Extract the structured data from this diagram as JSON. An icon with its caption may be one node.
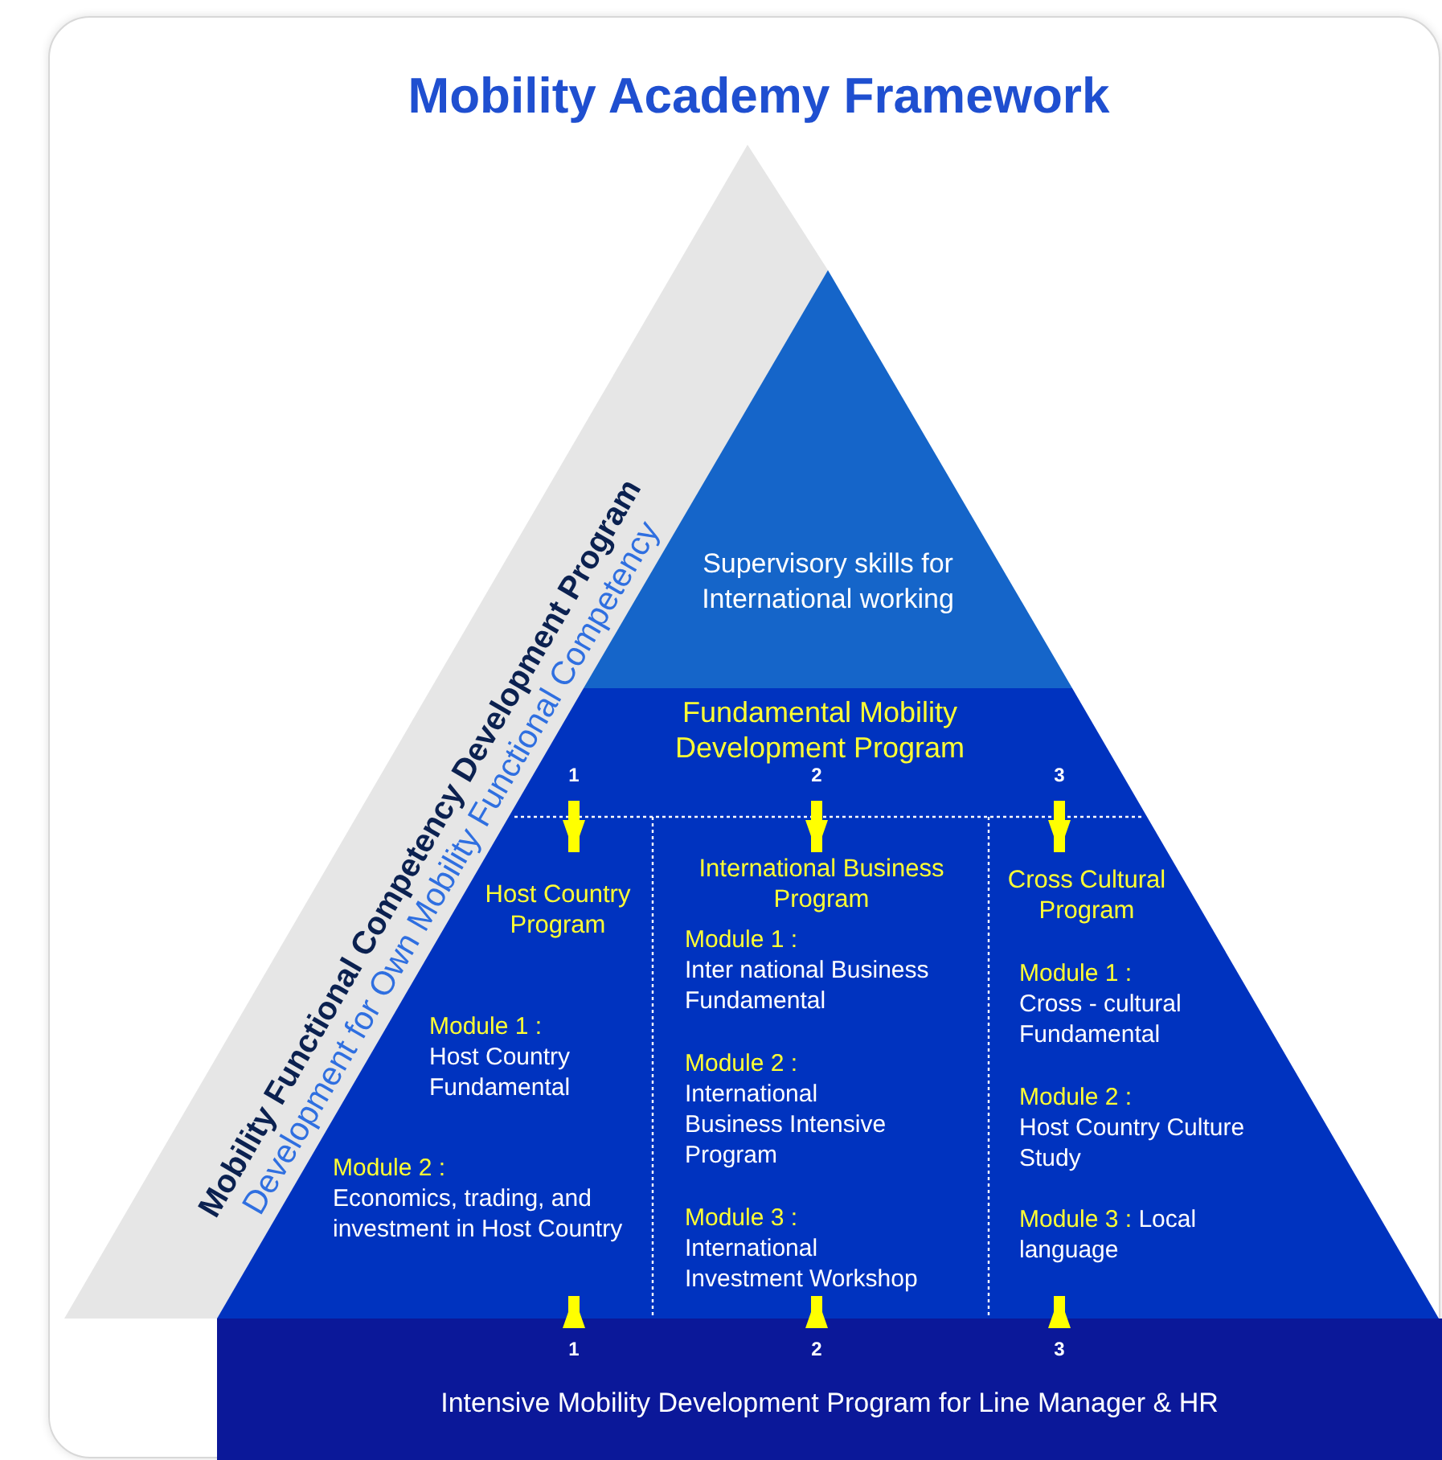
{
  "diagram": {
    "title": "Mobility Academy Framework",
    "nodes": [
      {
        "text": [
          "Mobility Functional Competency Development Program",
          "Development for Own Mobility Functional Competency"
        ]
      },
      {
        "text": [
          "Supervisory skills for International working"
        ]
      },
      {
        "text": [
          "Fundamental Mobility Development Program"
        ]
      },
      {
        "text": [
          "Host Country Program",
          "Module 1 :",
          "Host Country Fundamental",
          "Module 2 :",
          "Economics, trading, and investment in Host Country"
        ],
        "in": 2
      },
      {
        "text": [
          "International Business Program",
          "Module 1 :",
          "Inter national Business Fundamental",
          "Module 2 :",
          "International Business Intensive Program",
          "Module 3 :",
          "International Investment Workshop"
        ],
        "in": 2
      },
      {
        "text": [
          "Cross Cultural Program",
          "Module 1 :",
          "Cross - cultural Fundamental",
          "Module 2 :",
          "Host Country Culture Study",
          "Module 3 :",
          "Local language"
        ],
        "in": 2
      },
      {
        "text": [
          "Intensive Mobility Development Program for Line Manager & HR"
        ]
      }
    ],
    "edges": [
      {
        "from": null,
        "to": 3,
        "arrow": "to",
        "label": "1"
      },
      {
        "from": null,
        "to": 4,
        "arrow": "to",
        "label": "2"
      },
      {
        "from": null,
        "to": 5,
        "arrow": "to",
        "label": "3"
      },
      {
        "from": 6,
        "to": 3,
        "arrow": "to",
        "label": "1"
      },
      {
        "from": 6,
        "to": 4,
        "arrow": "to",
        "label": "2"
      },
      {
        "from": 6,
        "to": 5,
        "arrow": "to",
        "label": "3"
      }
    ]
  }
}
